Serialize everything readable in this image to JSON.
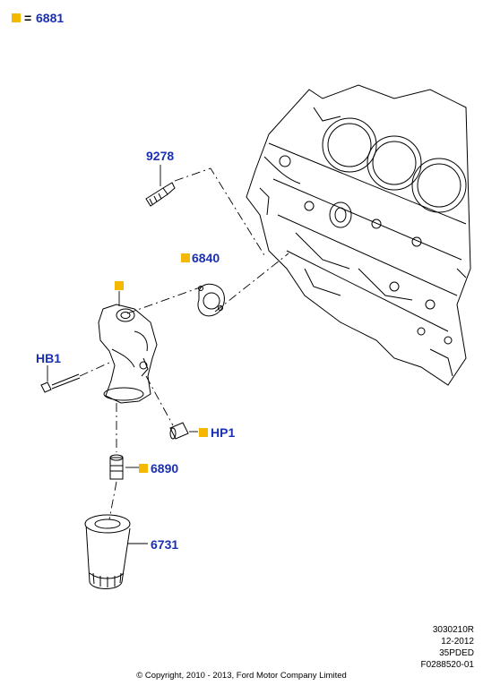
{
  "legend": {
    "equals": "=",
    "code": "6881",
    "marker_color": "#f5b800"
  },
  "labels": {
    "p9278": "9278",
    "p6840": "6840",
    "hb1": "HB1",
    "hp1": "HP1",
    "p6890": "6890",
    "p6731": "6731"
  },
  "colors": {
    "label": "#1a2fb4",
    "marker": "#f5b800"
  },
  "info": {
    "line1": "3030210R",
    "line2": "12-2012",
    "line3": "35PDED",
    "line4": "F0288520-01"
  },
  "copyright": "© Copyright, 2010 - 2013, Ford Motor Company Limited"
}
